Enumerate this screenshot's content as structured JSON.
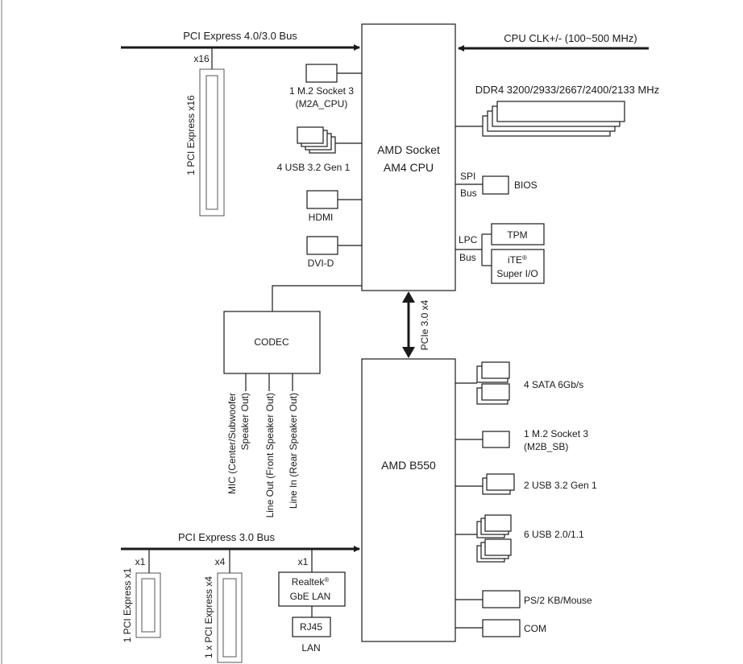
{
  "cpu": {
    "line1": "AMD Socket",
    "line2": "AM4 CPU"
  },
  "chipset": {
    "label": "AMD B550"
  },
  "codec": {
    "label": "CODEC"
  },
  "pcie_top": {
    "bus_label": "PCI Express 4.0/3.0 Bus",
    "lane": "x16",
    "slot_label": "1 PCI Express x16"
  },
  "cpu_clk": {
    "label": "CPU CLK+/- (100~500 MHz)"
  },
  "ddr4": {
    "label": "DDR4 3200/2933/2667/2400/2133 MHz"
  },
  "m2a": {
    "line1": "1 M.2 Socket 3",
    "line2": "(M2A_CPU)"
  },
  "usb_cpu": {
    "label": "4 USB 3.2 Gen 1"
  },
  "hdmi": {
    "label": "HDMI"
  },
  "dvid": {
    "label": "DVI-D"
  },
  "spi": {
    "line1": "SPI",
    "line2": "Bus",
    "device": "BIOS"
  },
  "lpc": {
    "line1": "LPC",
    "line2": "Bus",
    "tpm": "TPM",
    "ite_line1": "iTE",
    "ite_reg": "®",
    "ite_line2": "Super I/O"
  },
  "pcie_link": {
    "label": "PCIe 3.0 x4"
  },
  "audio": {
    "mic_line1": "MIC (Center/Subwoofer",
    "mic_line2": "Speaker Out)",
    "line_out": "Line Out (Front Speaker Out)",
    "line_in": "Line In (Rear Speaker Out)"
  },
  "sata": {
    "label": "4 SATA 6Gb/s"
  },
  "m2b": {
    "line1": "1 M.2 Socket 3",
    "line2": "(M2B_SB)"
  },
  "usb_b550_gen1": {
    "label": "2 USB 3.2 Gen 1"
  },
  "usb2": {
    "label": "6 USB 2.0/1.1"
  },
  "ps2": {
    "label": "PS/2 KB/Mouse"
  },
  "com": {
    "label": "COM"
  },
  "pcie_bottom": {
    "bus_label": "PCI Express 3.0 Bus",
    "lane_x1": "x1",
    "lane_x4": "x4",
    "lane_lan": "x1",
    "slot1_label": "1 PCI Express x1",
    "slot2_label": "1 x PCI Express x4"
  },
  "lan": {
    "line1": "Realtek",
    "reg": "®",
    "line2": "GbE LAN",
    "rj45": "RJ45",
    "label": "LAN"
  }
}
